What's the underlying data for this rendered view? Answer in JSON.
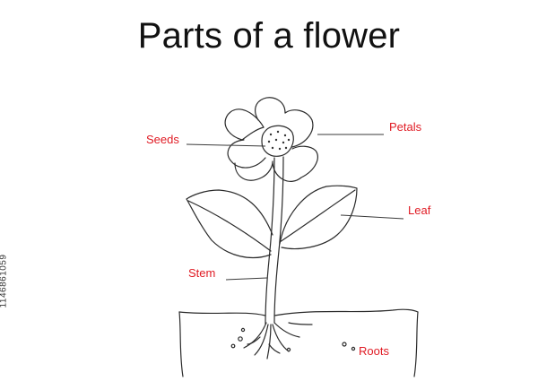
{
  "title": "Parts of a flower",
  "labels": {
    "seeds": "Seeds",
    "petals": "Petals",
    "leaf": "Leaf",
    "stem": "Stem",
    "roots": "Roots"
  },
  "side_id": "1146861059",
  "colors": {
    "label": "#e01b24",
    "line": "#2b2b2b",
    "title": "#111111"
  }
}
